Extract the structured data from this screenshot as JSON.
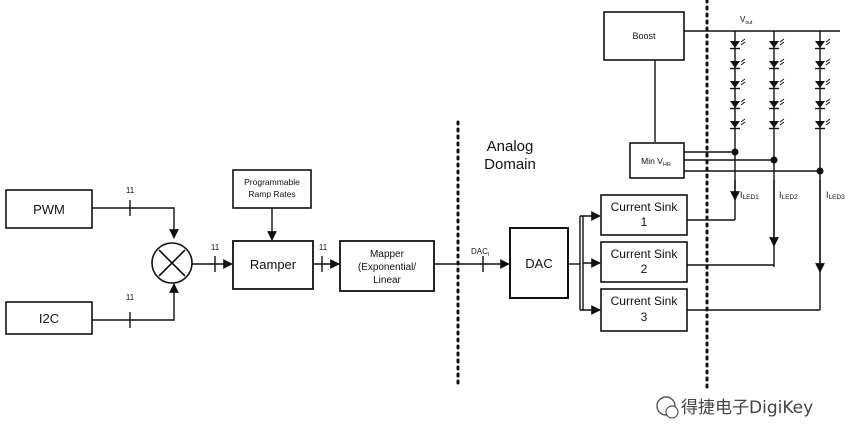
{
  "blocks": {
    "pwm": "PWM",
    "i2c": "I2C",
    "programmable_ramp": [
      "Programmable",
      "Ramp Rates"
    ],
    "ramper": "Ramper",
    "mapper": [
      "Mapper",
      "(Exponential/",
      "Linear"
    ],
    "dac": "DAC",
    "boost": "Boost",
    "min_vhr": {
      "main": "Min V",
      "sub": "HR"
    },
    "current_sinks": [
      {
        "line1": "Current Sink",
        "line2": "1"
      },
      {
        "line1": "Current Sink",
        "line2": "2"
      },
      {
        "line1": "Current Sink",
        "line2": "3"
      }
    ]
  },
  "bus_widths": {
    "pwm": "11",
    "i2c": "11",
    "multiplier_out": "11",
    "ramper_out": "11"
  },
  "dac_input": {
    "main": "DAC",
    "sub": "I"
  },
  "domain_label": [
    "Analog",
    "Domain"
  ],
  "vout": {
    "main": "V",
    "sub": "out"
  },
  "led_currents": [
    {
      "main": "I",
      "sub": "LED1"
    },
    {
      "main": "I",
      "sub": "LED2"
    },
    {
      "main": "I",
      "sub": "LED3"
    }
  ],
  "watermark": "得捷电子DigiKey",
  "led_strings_count": 3,
  "leds_per_string": 5
}
